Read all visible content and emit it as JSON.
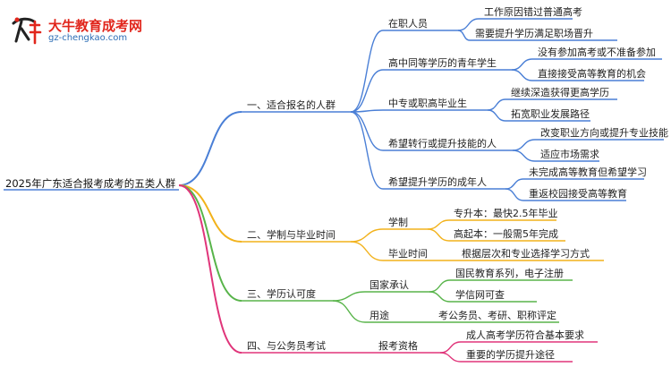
{
  "logo": {
    "title": "大牛教育成考网",
    "url": "gz-chengkao.com"
  },
  "root": "2025年广东适合报考成考的五类人群",
  "branches": [
    {
      "label": "一、适合报名的人群",
      "children": [
        {
          "label": "在职人员",
          "children": [
            "工作原因错过普通高考",
            "需要提升学历满足职场晋升"
          ]
        },
        {
          "label": "高中同等学历的青年学生",
          "children": [
            "没有参加高考或不准备参加",
            "直接接受高等教育的机会"
          ]
        },
        {
          "label": "中专或职高毕业生",
          "children": [
            "继续深造获得更高学历",
            "拓宽职业发展路径"
          ]
        },
        {
          "label": "希望转行或提升技能的人",
          "children": [
            "改变职业方向或提升专业技能",
            "适应市场需求"
          ]
        },
        {
          "label": "希望提升学历的成年人",
          "children": [
            "未完成高等教育但希望学习",
            "重返校园接受高等教育"
          ]
        }
      ]
    },
    {
      "label": "二、学制与毕业时间",
      "children": [
        {
          "label": "学制",
          "children": [
            "专升本：最快2.5年毕业",
            "高起本：一般需5年完成"
          ]
        },
        {
          "label": "毕业时间",
          "children": [
            "根据层次和专业选择学习方式"
          ]
        }
      ]
    },
    {
      "label": "三、学历认可度",
      "children": [
        {
          "label": "国家承认",
          "children": [
            "国民教育系列，电子注册",
            "学信网可查"
          ]
        },
        {
          "label": "用途",
          "children": [
            "考公务员、考研、职称评定"
          ]
        }
      ]
    },
    {
      "label": "四、与公务员考试",
      "children": [
        {
          "label": "报考资格",
          "children": [
            "成人高考学历符合基本要求",
            "重要的学历提升途径"
          ]
        }
      ]
    }
  ],
  "colors": {
    "branch1": "#4a7fd6",
    "branch2": "#f2b21b",
    "branch3": "#58b44a",
    "branch4": "#e0357a",
    "logo_red": "#e1261c",
    "logo_blue": "#2c6db5"
  }
}
